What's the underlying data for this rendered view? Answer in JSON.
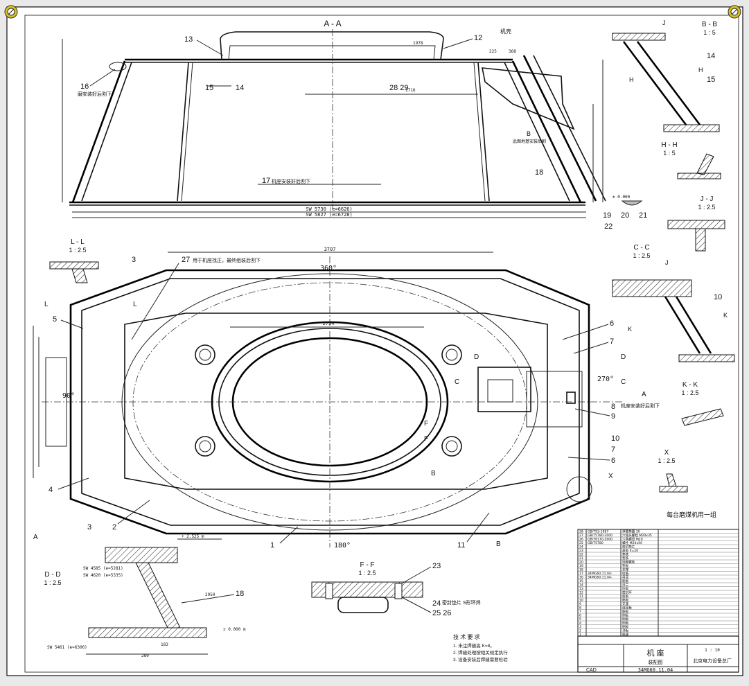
{
  "views": {
    "aa": {
      "title": "A - A"
    },
    "bb": {
      "title": "B - B",
      "scale": "1 : 5"
    },
    "hh": {
      "title": "H - H",
      "scale": "1 : 5"
    },
    "jj": {
      "title": "J - J",
      "scale": "1 : 2.5"
    },
    "cc": {
      "title": "C - C",
      "scale": "1 : 2.5"
    },
    "kk": {
      "title": "K - K",
      "scale": "1 : 2.5"
    },
    "ll": {
      "title": "L - L",
      "scale": "1 : 2.5"
    },
    "dd": {
      "title": "D - D",
      "scale": "1 : 2.5"
    },
    "ff": {
      "title": "F - F",
      "scale": "1 : 2.5"
    },
    "x": {
      "title": "X",
      "scale": "1 : 2.5"
    }
  },
  "dims": {
    "sw5730": "SW 5730 (e=6626)",
    "sw5827": "SW 5827 (e=6728)",
    "d3707": "3707",
    "d2754": "2754",
    "d1716": "1716",
    "d1978": "1978",
    "d225": "225",
    "d368": "368",
    "d2950": "2950",
    "sw4585": "SW 4585 (e=5281)",
    "sw4620": "SW 4620 (e=5335)",
    "sw5461": "SW 5461 (e=6306)",
    "plus2525": "+ 2.525 m",
    "pm000a": "± 0.000",
    "pm000b": "± 0.000 m",
    "d280": "280",
    "d183": "183",
    "d90deg": "90°",
    "d270deg": "270°",
    "d360deg": "360°",
    "d180deg": "180°"
  },
  "notes": {
    "jijiao": "机壳",
    "n17": "机座安装好后割下",
    "n16": "磨安装好后割下",
    "n27": "用于机座找正，最终组装后割下",
    "n8": "机座安装好后割下",
    "nB": "此图地基安装后割",
    "n24": "密封垫片  S形环焊",
    "perset": "每台磨煤机用一组"
  },
  "parts": {
    "p1": "1",
    "p2": "2",
    "p3a": "3",
    "p3b": "3",
    "p4": "4",
    "p5": "5",
    "p6a": "6",
    "p6b": "6",
    "p7a": "7",
    "p7b": "7",
    "p8": "8",
    "p9": "9",
    "p10a": "10",
    "p10b": "10",
    "p11": "11",
    "p12": "12",
    "p13": "13",
    "p14a": "14",
    "p14b": "14",
    "p15a": "15",
    "p15b": "15",
    "p16": "16",
    "p17": "17",
    "p18a": "18",
    "p18b": "18",
    "p19": "19",
    "p20": "20",
    "p21": "21",
    "p22": "22",
    "p23": "23",
    "p24": "24",
    "p25": "25  26",
    "p27": "27",
    "p28": "28  29"
  },
  "section_marks": {
    "A1": "A",
    "A2": "A",
    "B1": "B",
    "B2": "B",
    "C1": "C",
    "C2": "C",
    "D1": "D",
    "D2": "D",
    "F1": "F",
    "F2": "F",
    "J1": "J",
    "J2": "J",
    "K1": "K",
    "K2": "K",
    "L1": "L",
    "L2": "L",
    "H1": "H",
    "H2": "H"
  },
  "tech_req": {
    "title": "技 术 要 求",
    "items": [
      "1.  未注焊缝高 K=8。",
      "2.  焊缝处理按相关规定执行",
      "3.  设备安装后焊缝需要检验"
    ]
  },
  "title_block": {
    "name": "机 座",
    "sub": "装配图",
    "drawing_no": "34MG60.11.04",
    "company": "北京电力设备总厂",
    "cad": "CAD",
    "scale": "1 : 10"
  },
  "bom_rows": [
    [
      "28",
      "GB/T93-1987",
      "弹簧垫圈 20"
    ],
    [
      "27",
      "GB/T5780-2000",
      "六角头螺栓 M20x35"
    ],
    [
      "26",
      "GB/T6170-2000",
      "六角螺母 M20"
    ],
    [
      "25",
      "GB/T5780",
      "螺栓 M20x50"
    ],
    [
      "24",
      "",
      "密封垫片"
    ],
    [
      "23",
      "",
      "盖板 δ=20"
    ],
    [
      "22",
      "",
      "垫铁"
    ],
    [
      "21",
      "",
      "垫铁"
    ],
    [
      "20",
      "",
      "地脚螺栓"
    ],
    [
      "19",
      "",
      "垫板"
    ],
    [
      "18",
      "",
      "支撑"
    ],
    [
      "17",
      "34MG60.11.04-",
      "拉筋"
    ],
    [
      "16",
      "34MG60.11.04-",
      "吊耳"
    ],
    [
      "15",
      "",
      "筋板"
    ],
    [
      "14",
      "",
      "法兰"
    ],
    [
      "13",
      "",
      "压板"
    ],
    [
      "12",
      "",
      "密封环"
    ],
    [
      "11",
      "",
      "底板"
    ],
    [
      "10",
      "",
      "筋板"
    ],
    [
      "9",
      "",
      "支座"
    ],
    [
      "8",
      "",
      "连接板"
    ],
    [
      "7",
      "",
      "筋板"
    ],
    [
      "6",
      "",
      "侧板"
    ],
    [
      "5",
      "",
      "侧板"
    ],
    [
      "4",
      "",
      "侧板"
    ],
    [
      "3",
      "",
      "侧板"
    ],
    [
      "2",
      "",
      "顶板"
    ],
    [
      "1",
      "",
      "底座"
    ]
  ]
}
